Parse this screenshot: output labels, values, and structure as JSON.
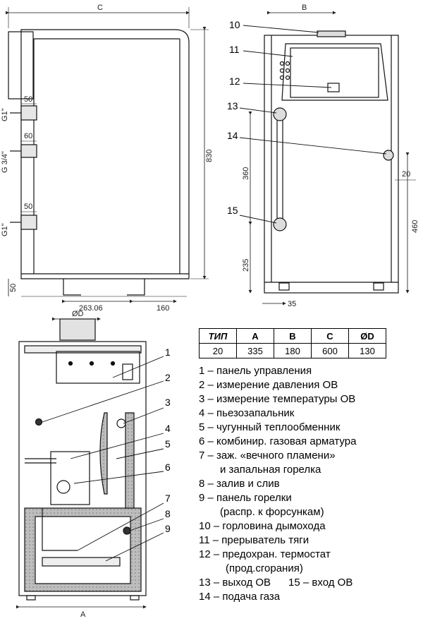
{
  "top_left_view": {
    "dims": {
      "C": "C",
      "h830": "830",
      "w50a": "50",
      "w60": "60",
      "w50b": "50",
      "thread_g1_top": "G1\"",
      "thread_g34": "G 3/4\"",
      "thread_g1_bottom": "G1\"",
      "h50": "50",
      "w263": "263.06",
      "w160": "160"
    }
  },
  "top_right_view": {
    "dims": {
      "B": "B",
      "h360": "360",
      "h235": "235",
      "h460": "460",
      "w20": "20",
      "w35": "35"
    },
    "callouts": [
      "10",
      "11",
      "12",
      "13",
      "14",
      "15"
    ]
  },
  "front_view": {
    "dims": {
      "D": "ØD",
      "A": "A"
    },
    "callouts": [
      "1",
      "2",
      "3",
      "4",
      "5",
      "6",
      "7",
      "8",
      "9"
    ]
  },
  "spec_table": {
    "headers": [
      "ТИП",
      "A",
      "B",
      "C",
      "ØD"
    ],
    "row": [
      "20",
      "335",
      "180",
      "600",
      "130"
    ]
  },
  "legend": [
    "1 – панель управления",
    "2 – измерение давления ОВ",
    "3 – измерение температуры ОВ",
    "4 – пьезозапальник",
    "5 – чугунный теплообменник",
    "6 – комбинир. газовая арматура",
    "7 – заж. «вечного пламени»",
    "и запальная горелка",
    "8 – залив и слив",
    "9 – панель горелки",
    "(распр. к форсункам)",
    "10 – горловина дымохода",
    "11 – прерыватель тяги",
    "12 – предохран. термостат",
    "(прод.сгорания)",
    "13 – выход ОВ      15 – вход ОВ",
    "14 – подача газа"
  ]
}
